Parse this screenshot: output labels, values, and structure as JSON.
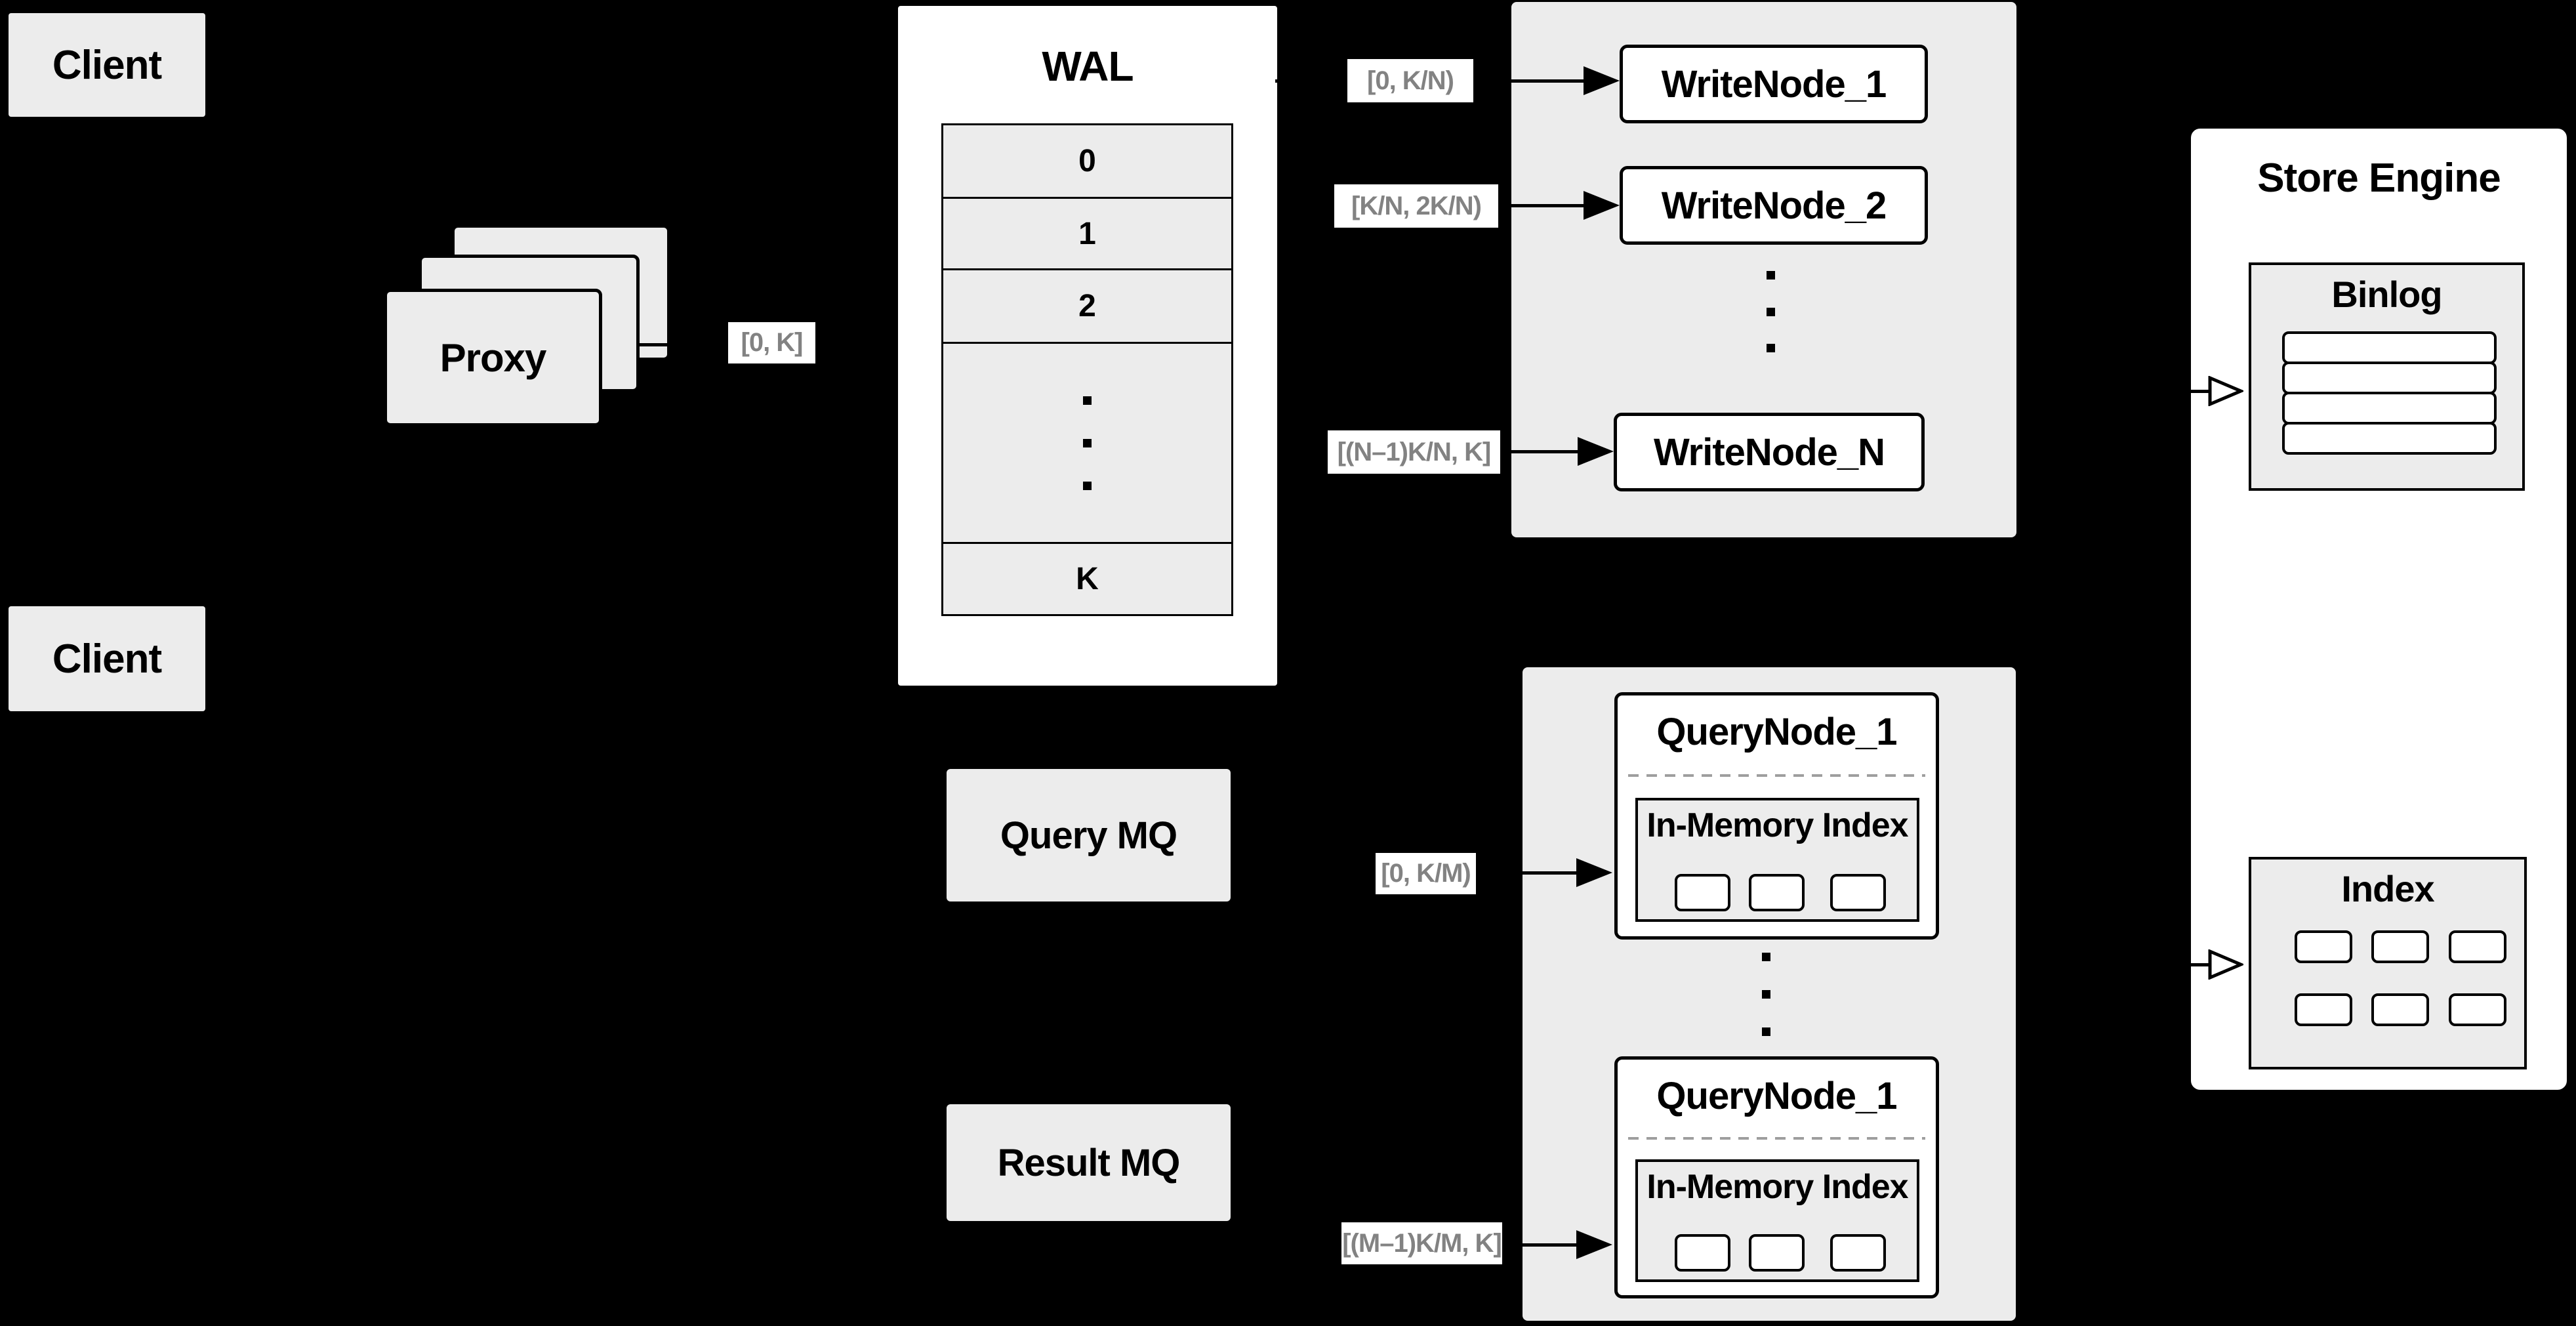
{
  "colors": {
    "background": "#000000",
    "panel_gray": "#ececec",
    "box_white": "#ffffff",
    "border_black": "#000000",
    "label_text_gray": "#828282",
    "dash_gray": "#9e9e9e"
  },
  "clients": {
    "top": "Client",
    "bottom": "Client"
  },
  "proxy": {
    "label": "Proxy"
  },
  "wal": {
    "title": "WAL",
    "rows": [
      "0",
      "1",
      "2",
      "K"
    ]
  },
  "range_labels": {
    "proxy_out": "[0, K]",
    "write_1": "[0, K/N)",
    "write_2": "[K/N, 2K/N)",
    "write_n": "[(N–1)K/N, K]",
    "query_1": "[0, K/M)",
    "query_m": "[(M–1)K/M, K]"
  },
  "write_nodes": {
    "node_1": "WriteNode_1",
    "node_2": "WriteNode_2",
    "node_n": "WriteNode_N"
  },
  "store_engine": {
    "title": "Store Engine",
    "binlog_title": "Binlog",
    "index_title": "Index"
  },
  "message_queues": {
    "query": "Query MQ",
    "result": "Result MQ"
  },
  "query_nodes": {
    "node_top_title": "QueryNode_1",
    "node_bottom_title": "QueryNode_1",
    "in_memory_index_top": "In-Memory Index",
    "in_memory_index_bottom": "In-Memory Index"
  }
}
